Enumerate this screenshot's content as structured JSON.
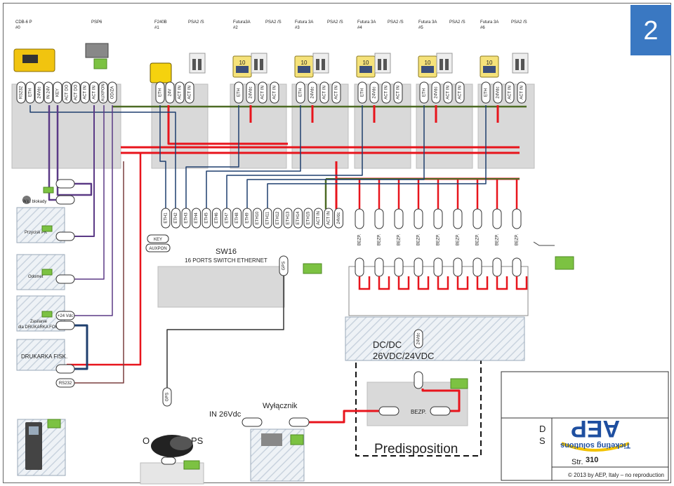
{
  "page_number": "2",
  "header": [
    {
      "name": "CDB-6 P",
      "sub": "#0"
    },
    {
      "name": "PSP6",
      "sub": ""
    },
    {
      "name": "F240B",
      "sub": "#1"
    },
    {
      "name": "PSA2 /S",
      "sub": ""
    },
    {
      "name": "Futura3A",
      "sub": "#2"
    },
    {
      "name": "PSA2 /S",
      "sub": ""
    },
    {
      "name": "Futura 3A",
      "sub": "#3"
    },
    {
      "name": "PSA2 /S",
      "sub": ""
    },
    {
      "name": "Futura 3A",
      "sub": "#4"
    },
    {
      "name": "PSA2 /S",
      "sub": ""
    },
    {
      "name": "Futura 3A",
      "sub": "#5"
    },
    {
      "name": "PSA2 /S",
      "sub": ""
    },
    {
      "name": "Futura 3A",
      "sub": "#6"
    },
    {
      "name": "PSA2 /S",
      "sub": ""
    }
  ],
  "device_badge": "10",
  "cdb_ports": [
    "RS232",
    "ETH",
    "24Vdc",
    "IN 24V",
    "KEY",
    "ACT DO",
    "ACT DO",
    "ACT IN",
    "ACT IN",
    "AUXPON",
    "OD/ZA"
  ],
  "f240_ports": [
    "ETH",
    "24V",
    "ACT IN",
    "ACT IN"
  ],
  "futura_ports": [
    "ETH",
    "24Vdc",
    "ACT IN",
    "ACT IN"
  ],
  "switch": {
    "title": "SW16",
    "subtitle": "16 PORTS SWITCH ETHERNET",
    "ports": [
      "ETH1",
      "ETH2",
      "ETH3",
      "ETH4",
      "ETH5",
      "ETH6",
      "ETH7",
      "ETH8",
      "ETH9",
      "ETH10",
      "ETH11",
      "ETH12",
      "ETH13",
      "ETH14",
      "ETH15",
      "ACT IN",
      "ACT IN",
      "24Vdc"
    ],
    "gps": "GPS",
    "key": "KEY",
    "auxpon": "AUXPON"
  },
  "bezp_label": "BEZP.",
  "bezp_count": 9,
  "left_items": {
    "blokady": "W.Ł. blokady",
    "przycisk": "Przycisk PK",
    "odomet": "Odomet",
    "plus24": "+24 Vdc",
    "zasilanie": "Zasilanie",
    "dla_drukarka": "dla DRUKARKA FOK.",
    "drukarka": "DRUKARKA FISK.",
    "rs232": "RS232"
  },
  "dcdc": {
    "line1": "DC/DC",
    "line2": "26VDC/24VDC",
    "pin": "24Vdc"
  },
  "in26": "IN 26Vdc",
  "wylacznik": "Wyłącznik",
  "predisposition": "Predisposition",
  "antenna_gps": "GPS",
  "antenna_label_left": "O",
  "antenna_label_right": "PS",
  "logo": {
    "text": "AEP",
    "tagline": "Ticketing solutions"
  },
  "title_block": {
    "d": "D",
    "s": "S",
    "str_label": "Str.",
    "str_value": "310"
  },
  "copyright": "© 2013 by AEP, Italy – no reproduction",
  "colors": {
    "power": "#e8141c",
    "signal": "#5b3a86",
    "eth": "#1f3f6e",
    "act": "#4d6b24",
    "accent": "#3a78c2"
  }
}
